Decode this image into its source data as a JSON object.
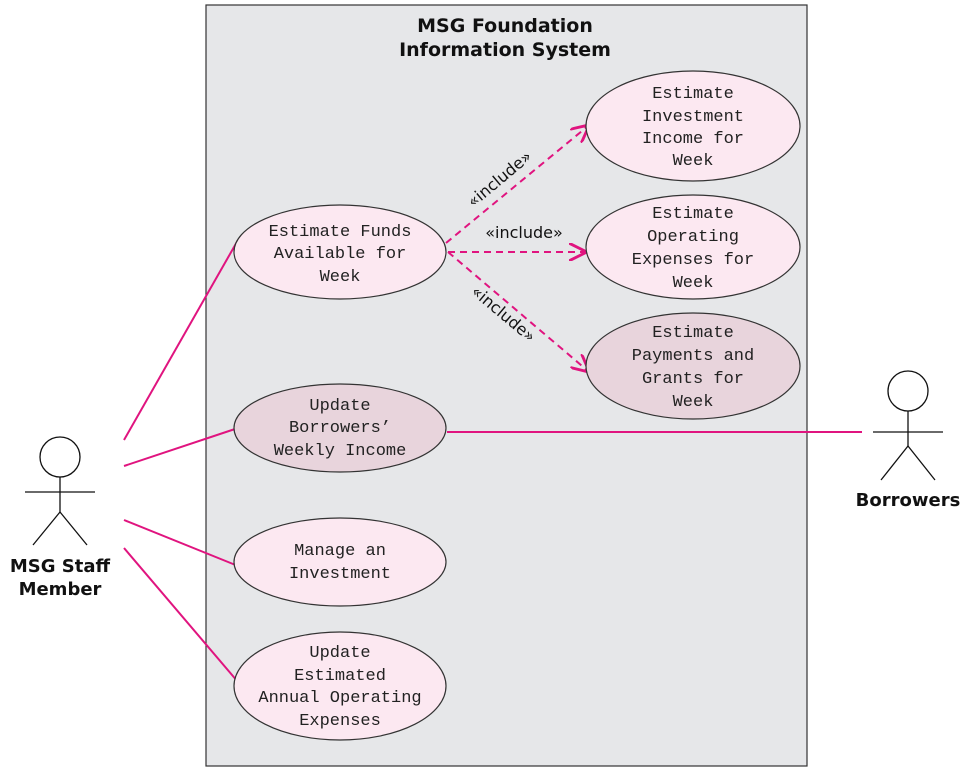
{
  "system": {
    "title_line1": "MSG Foundation",
    "title_line2": "Information System"
  },
  "actors": {
    "staff": {
      "line1": "MSG Staff",
      "line2": "Member"
    },
    "borrowers": {
      "label": "Borrowers"
    }
  },
  "use_cases": {
    "estimate_funds": [
      "Estimate Funds",
      "Available for",
      "Week"
    ],
    "estimate_investment_income": [
      "Estimate",
      "Investment",
      "Income for",
      "Week"
    ],
    "estimate_operating_expenses": [
      "Estimate",
      "Operating",
      "Expenses for",
      "Week"
    ],
    "estimate_payments_grants": [
      "Estimate",
      "Payments and",
      "Grants for",
      "Week"
    ],
    "update_borrowers_income": [
      "Update",
      "Borrowers’",
      "Weekly Income"
    ],
    "manage_investment": [
      "Manage an",
      "Investment"
    ],
    "update_annual_expenses": [
      "Update",
      "Estimated",
      "Annual Operating",
      "Expenses"
    ]
  },
  "relationships": {
    "include_label": "«include»"
  },
  "colors": {
    "association": "#e0147f",
    "include": "#e0147f",
    "system_fill": "#e6e7e9",
    "usecase_fill": "#fce8f1",
    "usecase_fill_dark": "#e8d4dc"
  }
}
